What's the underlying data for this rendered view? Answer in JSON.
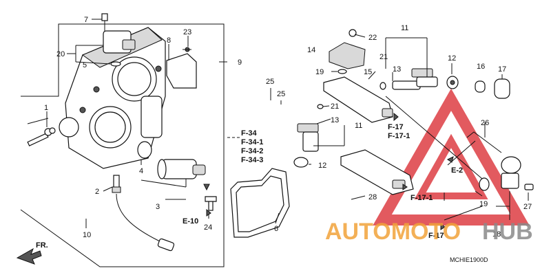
{
  "callouts": {
    "c1": "1",
    "c2": "2",
    "c3": "3",
    "c4": "4",
    "c5": "5",
    "c6": "6",
    "c7": "7",
    "c8": "8",
    "c9": "9",
    "c10": "10",
    "c11a": "11",
    "c11b": "11",
    "c12a": "12",
    "c12b": "12",
    "c13a": "13",
    "c13b": "13",
    "c14": "14",
    "c15": "15",
    "c16": "16",
    "c17": "17",
    "c18": "18",
    "c19a": "19",
    "c19b": "19",
    "c20": "20",
    "c21a": "21",
    "c21b": "21",
    "c22": "22",
    "c23": "23",
    "c24": "24",
    "c25a": "25",
    "c25b": "25",
    "c26": "26",
    "c27": "27",
    "c28": "28"
  },
  "references": {
    "f34": "F-34",
    "f34_1": "F-34-1",
    "f34_2": "F-34-2",
    "f34_3": "F-34-3",
    "e10": "E-10",
    "f17a": "F-17",
    "f17_1a": "F-17-1",
    "e2": "E-2",
    "f17_1b": "F-17-1",
    "f17b": "F-17"
  },
  "front_indicator": "FR.",
  "diagram_code": "MCHIE1900D",
  "watermark": {
    "part1": "AUTOMOTO",
    "part2": "HUB",
    "color_orange": "#f2a33a",
    "color_red": "#d9232a",
    "color_grey": "#8a8a8a"
  }
}
